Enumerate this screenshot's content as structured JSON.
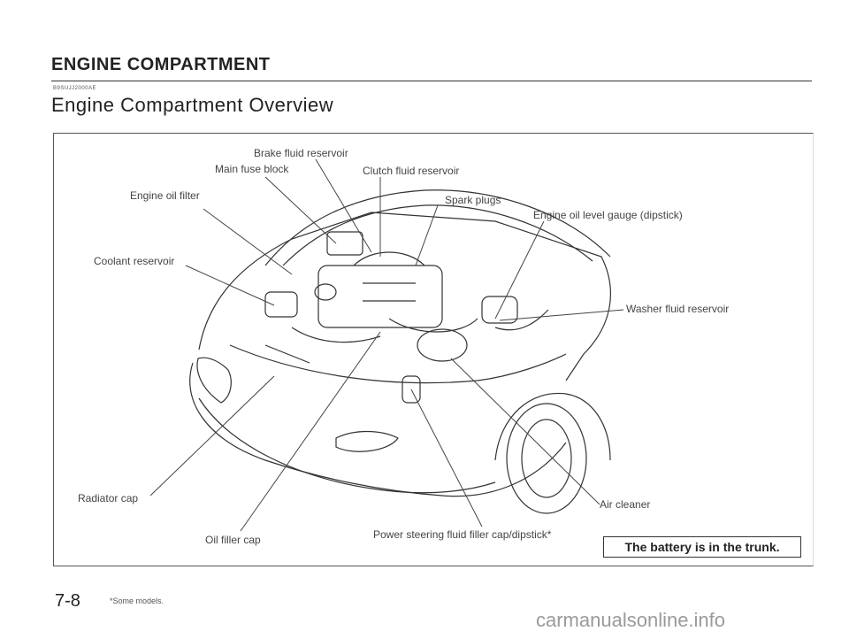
{
  "header": {
    "section_title": "ENGINE COMPARTMENT",
    "ref_code": "B9SUJJ2000AE",
    "page_heading": "Engine Compartment Overview"
  },
  "figure": {
    "labels": {
      "brake_fluid_reservoir": "Brake fluid reservoir",
      "main_fuse_block": "Main fuse block",
      "clutch_fluid_reservoir": "Clutch fluid reservoir",
      "spark_plugs": "Spark plugs",
      "engine_oil_filter": "Engine oil filter",
      "engine_oil_level_gauge": "Engine oil level gauge (dipstick)",
      "coolant_reservoir": "Coolant reservoir",
      "washer_fluid_reservoir": "Washer fluid reservoir",
      "radiator_cap": "Radiator cap",
      "air_cleaner": "Air cleaner",
      "oil_filler_cap": "Oil filler cap",
      "power_steering": "Power steering fluid filler cap/dipstick*"
    },
    "callout": "The battery is in the trunk."
  },
  "footer": {
    "page_number": "7-8",
    "footnote": "*Some models.",
    "watermark": "carmanualsonline.info"
  }
}
